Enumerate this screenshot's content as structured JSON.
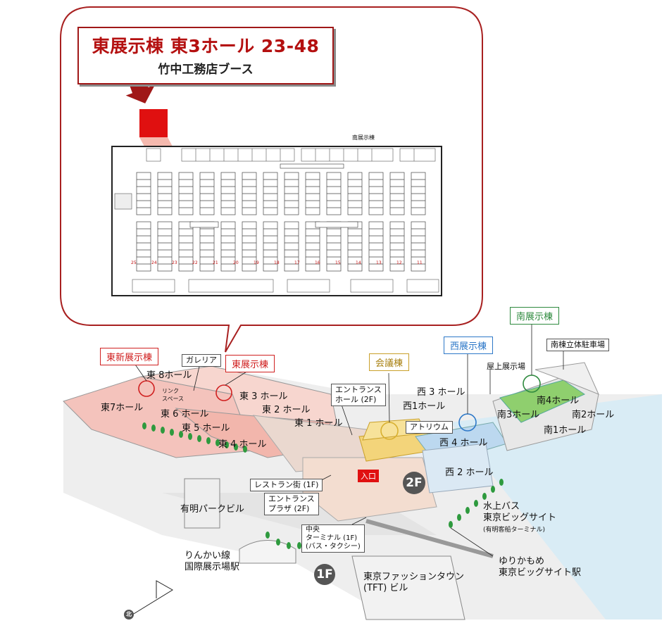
{
  "header": {
    "title": "東展示棟 東3ホール 23-48",
    "subtitle": "竹中工務店ブース"
  },
  "floor_plan": {
    "top_label": "南展示棟",
    "booth_numbers": [
      "25",
      "24",
      "23",
      "22",
      "21",
      "20",
      "19",
      "18",
      "17",
      "16",
      "15",
      "14",
      "13",
      "12",
      "11"
    ]
  },
  "categories": {
    "east_new": "東新展示棟",
    "east": "東展示棟",
    "conference": "会議棟",
    "west": "西展示棟",
    "south": "南展示棟"
  },
  "boxed_labels": {
    "galleria": "ガレリア",
    "south_parking": "南棟立体駐車場",
    "rooftop": "屋上展示場",
    "entrance_hall": "エントランス\nホール (2F)",
    "atrium": "アトリウム",
    "restaurant": "レストラン街 (1F)",
    "entrance_plaza": "エントランス\nプラザ (2F)",
    "central_terminal": "中央\nターミナル (1F)\n(バス・タクシー)"
  },
  "hall_labels": {
    "e8": "東 8ホール",
    "link": "リンク\nスペース",
    "e3": "東 3 ホール",
    "e7": "東7ホール",
    "e6": "東 6 ホール",
    "e2": "東 2 ホール",
    "e5": "東 5 ホール",
    "e1": "東 1 ホール",
    "e4": "東 4 ホール",
    "w3": "西 3 ホール",
    "w1": "西1ホール",
    "w4": "西 4 ホール",
    "w2": "西 2 ホール",
    "s4": "南4ホール",
    "s3": "南3ホール",
    "s2": "南2ホール",
    "s1": "南1ホール"
  },
  "place_labels": {
    "park_building": "有明パークビル",
    "rinkai": "りんかい線\n国際展示場駅",
    "tft": "東京ファッションタウン\n(TFT) ビル",
    "water_bus": "水上バス\n東京ビッグサイト",
    "water_bus_sub": "(有明客船ターミナル)",
    "yurikamome": "ゆりかもめ\n東京ビッグサイト駅",
    "entrance": "入口",
    "floor_2f": "2F",
    "floor_1f": "1F",
    "north": "北"
  },
  "colors": {
    "accent_red": "#c01010",
    "east_fill": "#f4c3bc",
    "west_fill": "#bcd8ef",
    "south_fill": "#8fcf6e",
    "conference_fill": "#f3d47a",
    "conference_border": "#c9a02a",
    "west_border": "#2d78c8",
    "south_border": "#2e8a3e"
  }
}
